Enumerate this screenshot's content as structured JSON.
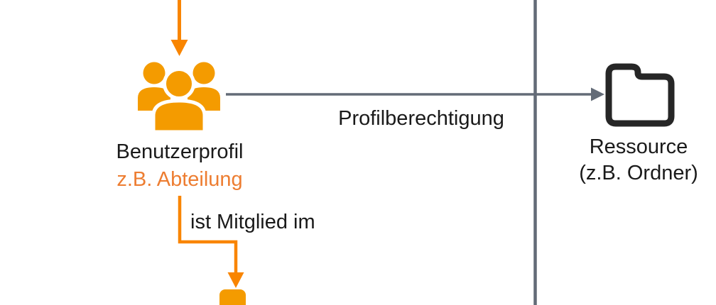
{
  "diagram": {
    "title_hint": "profile based permission diagram (cropped)",
    "left_node": {
      "label": "Benutzerprofil",
      "sublabel": "z.B. Abteilung",
      "icon": "users-group-icon"
    },
    "right_node": {
      "label": "Ressource",
      "sublabel": "(z.B. Ordner)",
      "icon": "folder-icon"
    },
    "edge_horizontal": {
      "label": "Profilberechtigung",
      "direction": "left-to-right"
    },
    "edge_down": {
      "label": "ist Mitglied im",
      "direction": "down"
    }
  },
  "colors": {
    "icon_orange": "#F49B00",
    "arrow_orange": "#F98500",
    "text_orange": "#ED7D31",
    "line_gray": "#636B77",
    "folder_dark": "#262626",
    "text_black": "#1A1A1A",
    "background": "#FFFFFF"
  }
}
